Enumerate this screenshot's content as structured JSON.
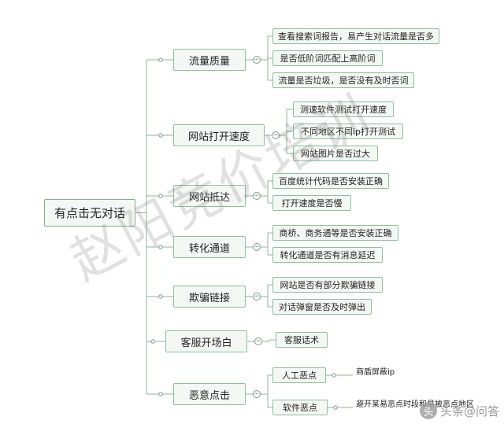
{
  "root": {
    "label": "有点击无对话"
  },
  "branches": [
    {
      "label": "流量质量",
      "leaves": [
        {
          "label": "查看搜索词报告，易产生对话流量是否多"
        },
        {
          "label": "是否低阶词匹配上高阶词"
        },
        {
          "label": "流量是否垃圾，是否没有及时否词"
        }
      ]
    },
    {
      "label": "网站打开速度",
      "leaves": [
        {
          "label": "测速软件测试打开速度"
        },
        {
          "label": "不同地区不同ip打开测试"
        },
        {
          "label": "网站图片是否过大"
        }
      ]
    },
    {
      "label": "网站抵达",
      "leaves": [
        {
          "label": "百度统计代码是否安装正确"
        },
        {
          "label": "打开速度是否慢"
        }
      ]
    },
    {
      "label": "转化通道",
      "leaves": [
        {
          "label": "商桥、商务通等是否安装正确"
        },
        {
          "label": "转化通道是否有消息延迟"
        }
      ]
    },
    {
      "label": "欺骗链接",
      "leaves": [
        {
          "label": "网站是否有部分欺骗链接"
        },
        {
          "label": "对话弹窗是否及时弹出"
        }
      ]
    },
    {
      "label": "客服开场白",
      "leaves": [
        {
          "label": "客服话术"
        }
      ]
    },
    {
      "label": "恶意点击",
      "leaves": [
        {
          "label": "人工恶点",
          "note": "商盾屏蔽ip"
        },
        {
          "label": "软件恶点",
          "note": "避开某易恶点时段和易被恶点地区"
        }
      ]
    }
  ],
  "watermark": "赵阳竞价培训",
  "brand": {
    "badge": "头",
    "text": "头条@问答"
  },
  "colors": {
    "line": "#8cb596",
    "node_border": "#8fbf9a",
    "node_fill": "#f3f8f4"
  }
}
